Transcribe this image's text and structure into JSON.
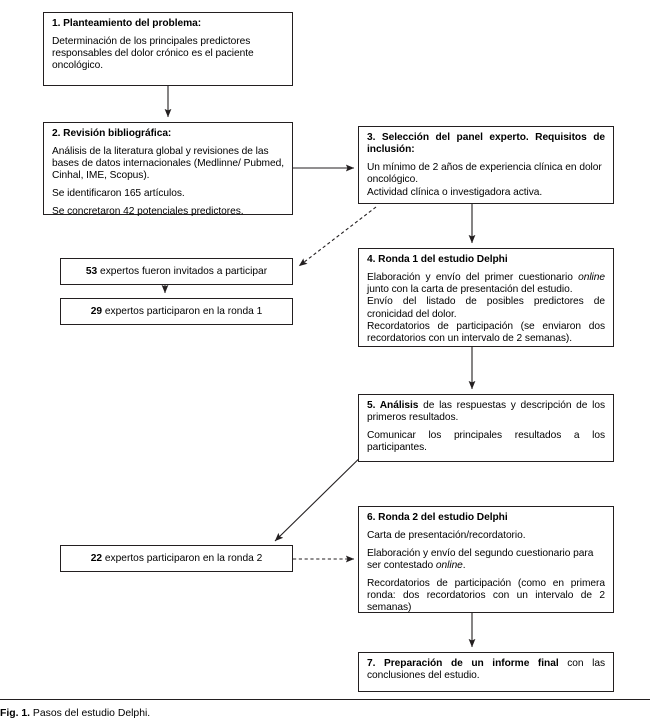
{
  "figure": {
    "caption_label": "Fig. 1.",
    "caption_text": "Pasos del estudio Delphi."
  },
  "colors": {
    "stroke": "#231f20",
    "background": "#ffffff",
    "text": "#000000"
  },
  "boxes": {
    "box1": {
      "heading": "1. Planteamiento del problema:",
      "body": "Determinación de los principales predictores responsables del dolor crónico es el paciente oncológico."
    },
    "box2": {
      "heading": "2. Revisión bibliográfica:",
      "line1": "Análisis de la literatura global y revisiones de las bases de datos internacionales (Medlinne/ Pubmed, Cinhal, IME, Scopus).",
      "line2": "Se identificaron 165 artículos.",
      "line3": "Se concretaron 42 potenciales predictores."
    },
    "box3": {
      "heading": "3. Selección del panel experto. Requisitos de inclusión:",
      "line1": "Un mínimo de 2 años de experiencia clínica en dolor oncológico.",
      "line2": "Actividad clínica o investigadora activa."
    },
    "box4": {
      "heading": "4. Ronda 1 del estudio Delphi",
      "line1_pre": "Elaboración y envío del primer cuestionario ",
      "line1_em": "online",
      "line1_post": " junto con la carta de presentación del estudio.",
      "line2": "Envío del listado de posibles predictores de cronicidad del dolor.",
      "line3": "Recordatorios de participación (se enviaron dos recordatorios con un intervalo de 2 semanas)."
    },
    "box5": {
      "heading": "5. Análisis",
      "heading_rest": " de las respuestas y descripción de los primeros resultados.",
      "line2": "Comunicar los principales resultados a los participantes."
    },
    "box6": {
      "heading": "6. Ronda 2 del estudio Delphi",
      "line1": "Carta de presentación/recordatorio.",
      "line2_pre": "Elaboración y envío del segundo cuestionario para ser contestado ",
      "line2_em": "online",
      "line2_post": ".",
      "line3": "Recordatorios de participación (como en primera ronda: dos recordatorios con un intervalo de 2 semanas)"
    },
    "box7": {
      "heading": "7. Preparación de un informe final",
      "heading_rest": " con las conclusiones del estudio."
    }
  },
  "participants": {
    "invited": {
      "count": "53",
      "text": " expertos fueron invitados a participar"
    },
    "round1": {
      "count": "29",
      "text": " expertos participaron en la ronda 1"
    },
    "round2": {
      "count": "22",
      "text": " expertos participaron en la ronda 2"
    }
  },
  "connectors": [
    {
      "name": "box1-to-box2",
      "style": "solid",
      "direction": "down"
    },
    {
      "name": "box2-to-box3",
      "style": "solid",
      "direction": "right"
    },
    {
      "name": "box3-to-invited",
      "style": "dashed",
      "direction": "down-left"
    },
    {
      "name": "box3-to-box4",
      "style": "solid",
      "direction": "down"
    },
    {
      "name": "invited-to-round1",
      "style": "solid",
      "direction": "down"
    },
    {
      "name": "box4-to-box5",
      "style": "solid",
      "direction": "down"
    },
    {
      "name": "box5-to-round2",
      "style": "solid",
      "direction": "down-left"
    },
    {
      "name": "round2-to-box6",
      "style": "dashed",
      "direction": "right"
    },
    {
      "name": "box6-to-box7",
      "style": "solid",
      "direction": "down"
    }
  ]
}
